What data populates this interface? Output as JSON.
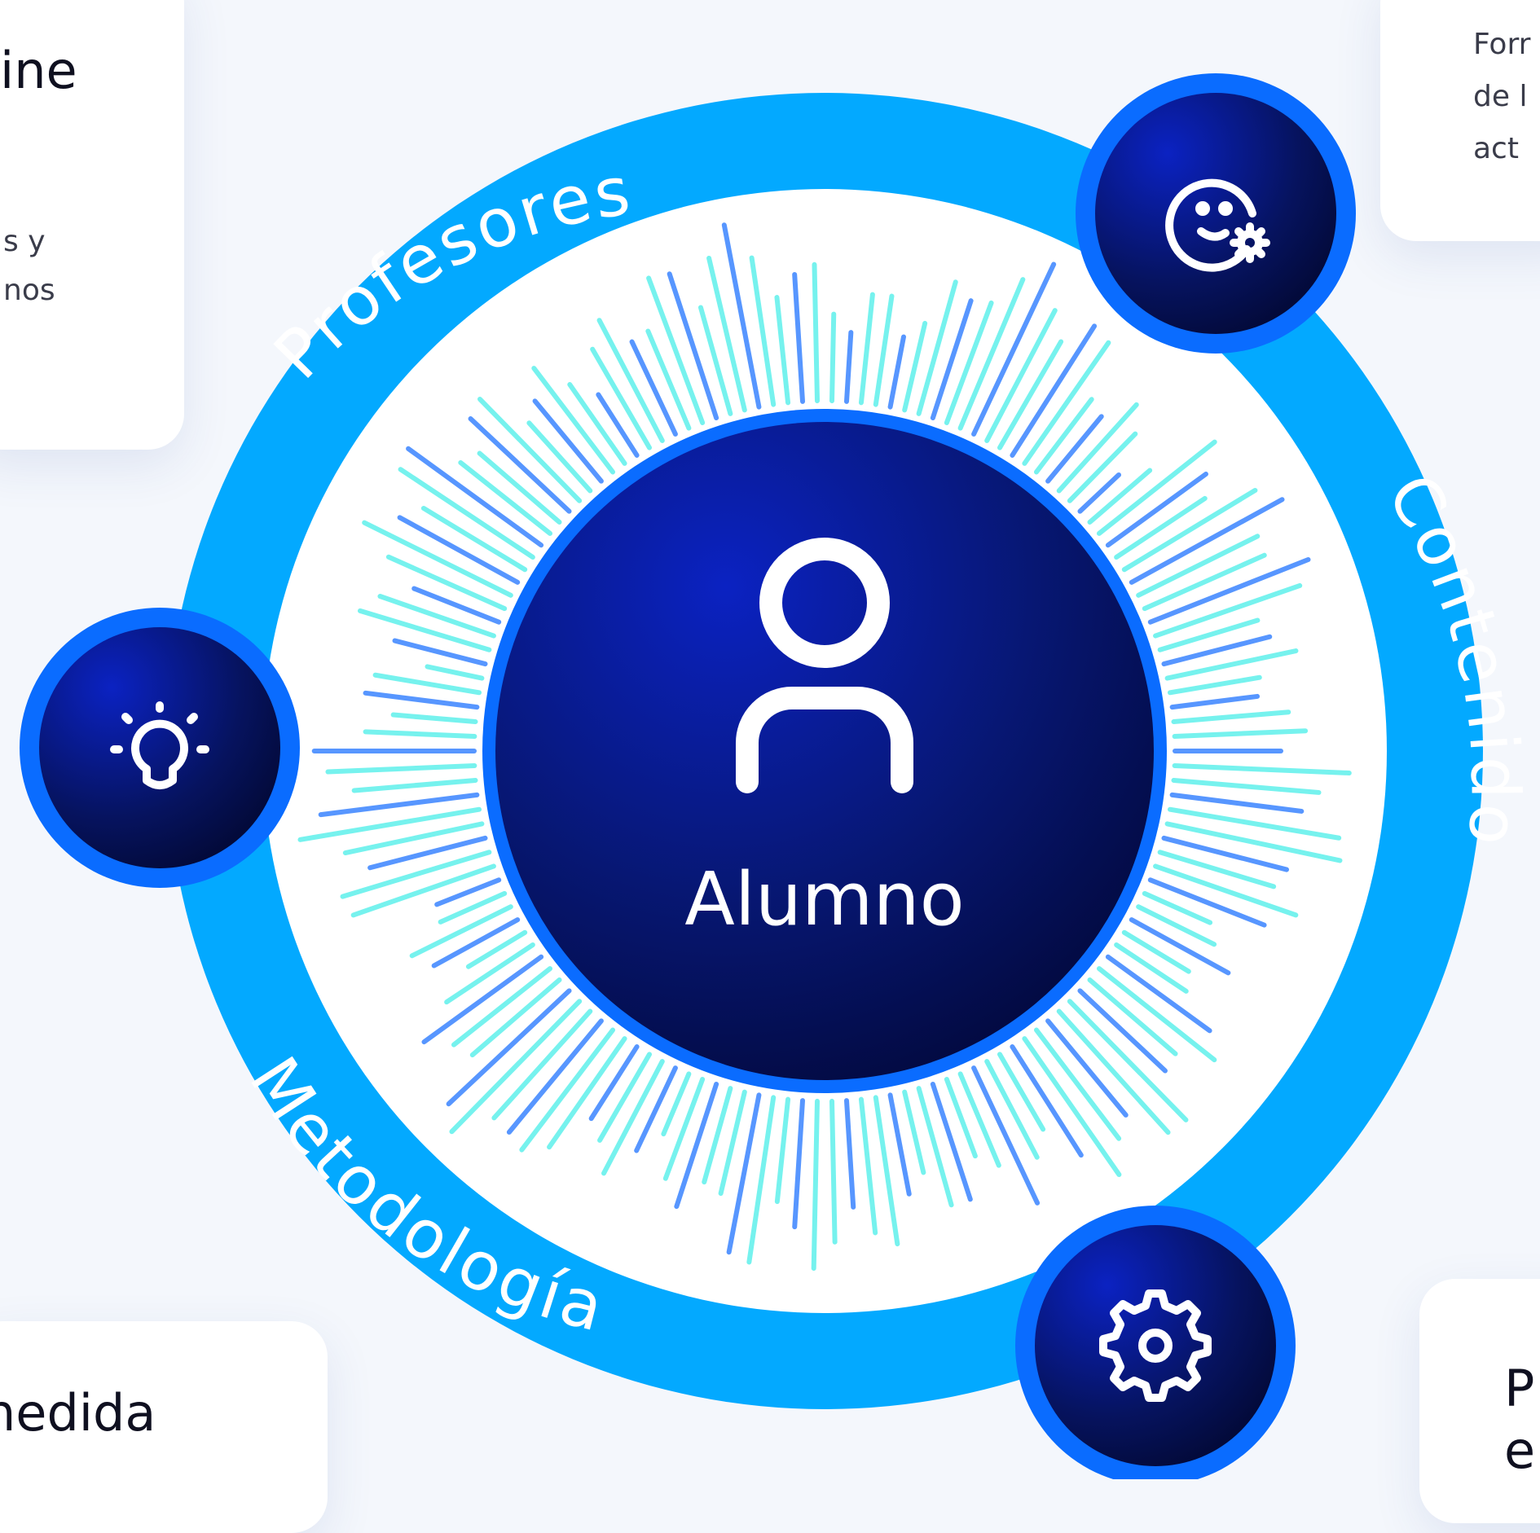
{
  "cards": {
    "top_left": {
      "title": "ine",
      "desc_lines": [
        "s y",
        "nos"
      ]
    },
    "top_right": {
      "desc_lines": [
        "Forr",
        "de l",
        "act"
      ]
    },
    "bottom_left": {
      "title": "nedida"
    },
    "bottom_right": {
      "title_lines": [
        "P",
        "e"
      ]
    }
  },
  "ring": {
    "label_top": "Profesores",
    "label_right": "Contenido",
    "label_bottom": "Metodología"
  },
  "center": {
    "label": "Alumno",
    "icon": "user-icon"
  },
  "nodes": {
    "top_right": {
      "icon": "face-gear-icon"
    },
    "left": {
      "icon": "lightbulb-icon"
    },
    "bottom_right": {
      "icon": "gear-icon"
    }
  },
  "colors": {
    "ring": "#03a9ff",
    "node_border": "#0a6cff",
    "node_fill": "#0a1a8f",
    "center_fill": "#0b1d9a",
    "ray_light": "#5ff0ec",
    "ray_dark": "#1f74ff"
  }
}
